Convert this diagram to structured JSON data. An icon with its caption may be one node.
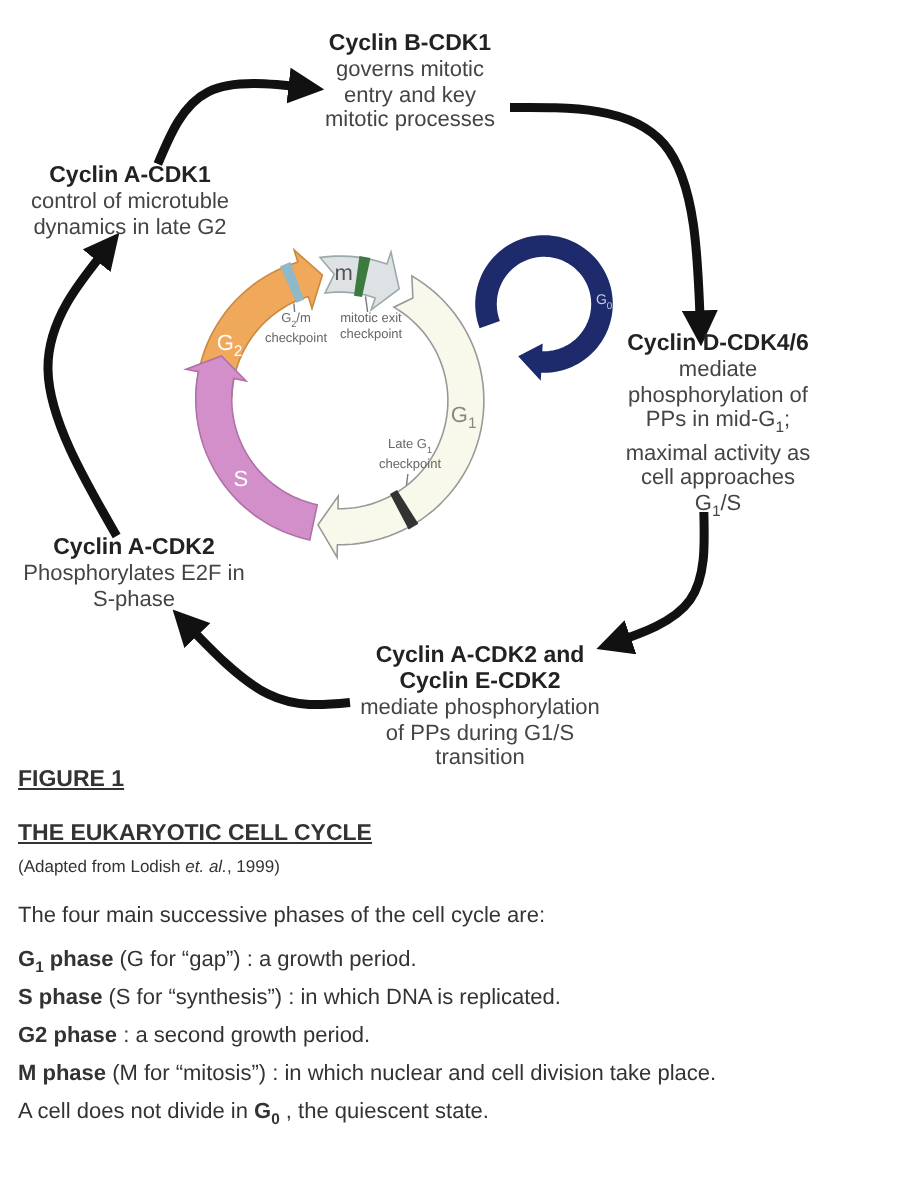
{
  "diagram": {
    "nodes": [
      {
        "text": [
          "Cyclin B-CDK1",
          "governs mitotic entry and key mitotic processes"
        ]
      },
      {
        "text": [
          "Cyclin D-CDK4/6",
          "mediate phosphorylation of PPs in mid-G$_{1}$; maximal activity as cell approaches G$_{1}$/S"
        ]
      },
      {
        "text": [
          "Cyclin A-CDK2 and Cyclin E-CDK2",
          "mediate phosphorylation of PPs during G1/S transition"
        ]
      },
      {
        "text": [
          "Cyclin A-CDK2",
          "Phosphorylates E2F in S-phase"
        ]
      },
      {
        "text": [
          "Cyclin A-CDK1",
          "control of microtuble dynamics in late G2"
        ]
      },
      {
        "text": [
          "G$_{2}$"
        ]
      },
      {
        "text": [
          "m"
        ]
      },
      {
        "text": [
          "G$_{1}$"
        ]
      },
      {
        "text": [
          "S"
        ]
      },
      {
        "text": [
          "G$_{0}$"
        ]
      },
      {
        "text": [
          "G$_{2}$/m checkpoint"
        ]
      },
      {
        "text": [
          "mitotic exit checkpoint"
        ]
      },
      {
        "text": [
          "Late G$_{1}$ checkpoint"
        ]
      },
      {
        "text": [],
        "shape": "bar",
        "in": 5
      },
      {
        "text": [],
        "shape": "bar",
        "in": 6
      },
      {
        "text": [],
        "shape": "bar",
        "in": 7
      }
    ],
    "edges": [
      {
        "from": 4,
        "to": 0,
        "arrow": "to"
      },
      {
        "from": 0,
        "to": 1,
        "arrow": "to"
      },
      {
        "from": 1,
        "to": 2,
        "arrow": "to"
      },
      {
        "from": 2,
        "to": 3,
        "arrow": "to"
      },
      {
        "from": 3,
        "to": 4,
        "arrow": "to"
      },
      {
        "from": 10,
        "to": 13,
        "arrow": "none",
        "color": "#777777"
      },
      {
        "from": 11,
        "to": 14,
        "arrow": "none",
        "color": "#777777"
      },
      {
        "from": 12,
        "to": 15,
        "arrow": "none",
        "color": "#777777"
      }
    ],
    "labels": [
      "FIGURE 1",
      "THE EUKARYOTIC CELL CYCLE",
      "(Adapted from Lodish *et. al.*, 1999)",
      "The four main successive phases of the cell cycle are:",
      "**G$_{1}$ phase** (G for “gap”) :  a growth period.",
      "**S phase** (S for “synthesis”) : in which DNA is replicated.",
      "**G2 phase** : a second growth period.",
      "**M phase** (M for “mitosis”) : in which nuclear and cell division take place.",
      "A cell does not divide in **G$_{0}$** , the quiescent state."
    ]
  }
}
